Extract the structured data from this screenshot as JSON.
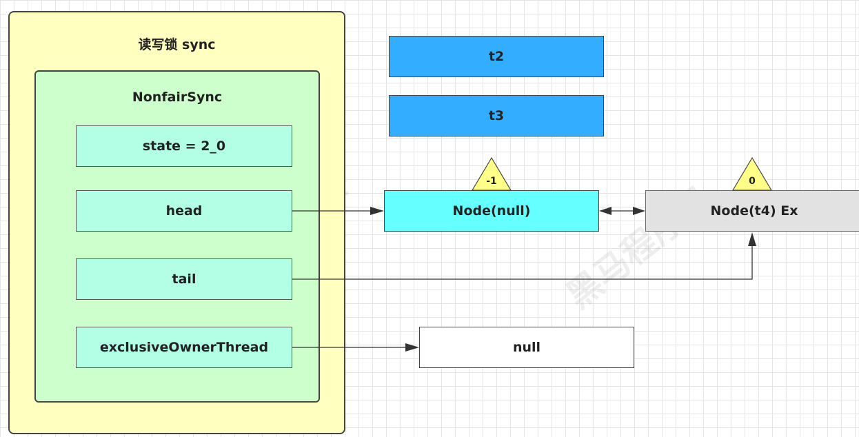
{
  "sync": {
    "title": "读写锁 sync",
    "nonfair_title": "NonfairSync",
    "fields": {
      "state": "state = 2_0",
      "head": "head",
      "tail": "tail",
      "owner": "exclusiveOwnerThread"
    }
  },
  "threads": {
    "t2": "t2",
    "t3": "t3"
  },
  "nodes": {
    "head_node": {
      "label": "Node(null)",
      "wait_status": "-1"
    },
    "t4_node": {
      "label": "Node(t4) Ex",
      "wait_status": "0"
    },
    "owner_value": "null"
  },
  "colors": {
    "outer_fill": "#ffffc0",
    "inner_fill": "#ccffcc",
    "field_fill": "#b3ffe6",
    "thread_fill": "#33adff",
    "head_node_fill": "#66ffff",
    "t4_node_fill": "#e2e2e2",
    "triangle_fill": "#ffff88"
  },
  "watermark": "黑马程序员"
}
